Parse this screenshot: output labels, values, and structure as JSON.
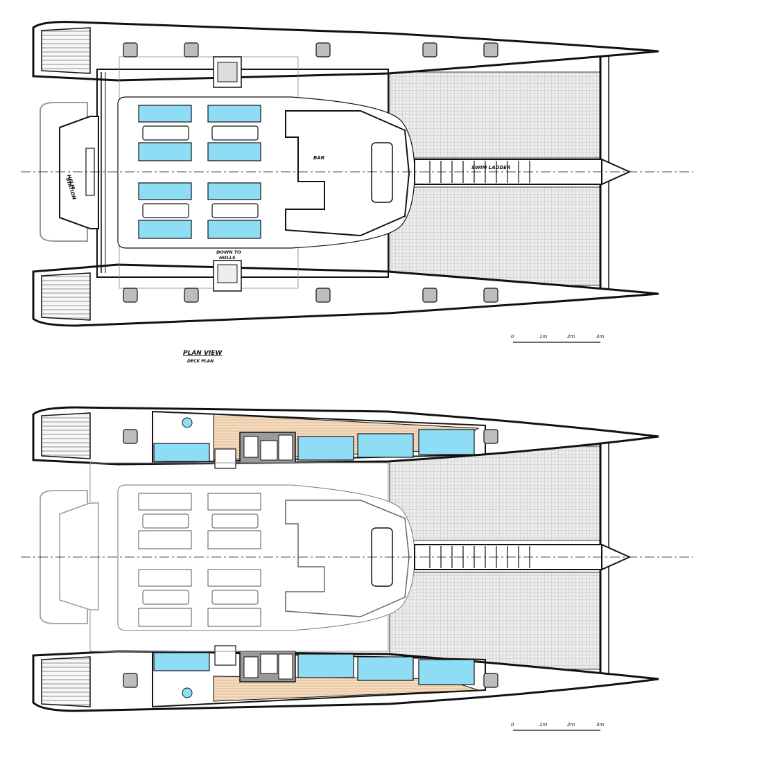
{
  "labels": {
    "helm": "HELM",
    "helm2": "STATION",
    "bar": "BAR",
    "ladder": "SWIM LADDER",
    "down1": "DOWN TO",
    "down2": "HULLS",
    "title": "PLAN VIEW",
    "subtitle": "DECK PLAN"
  },
  "scale_ticks": [
    "0",
    "1m",
    "2m",
    "3m"
  ],
  "colors": {
    "line": "#111111",
    "seat": "#8fdcf5",
    "mesh": "#cfcfcf",
    "wood": "#f3d9b8",
    "wc": "#9a9a9a"
  }
}
